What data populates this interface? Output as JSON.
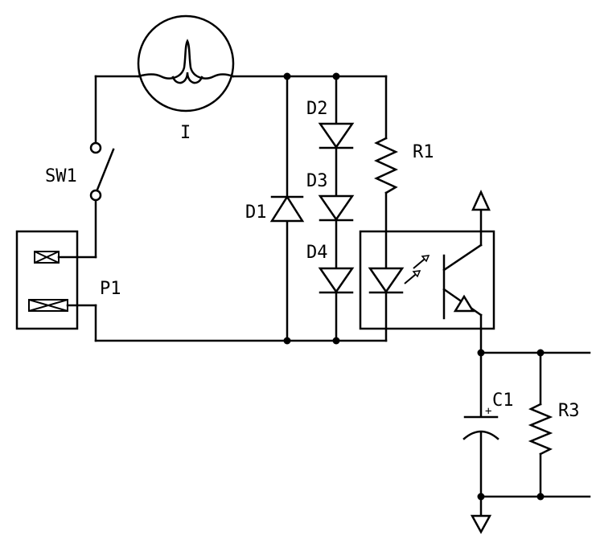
{
  "labels": {
    "lamp": "I",
    "switch": "SW1",
    "connector": "P1",
    "d1": "D1",
    "d2": "D2",
    "d3": "D3",
    "d4": "D4",
    "r1": "R1",
    "c1": "C1",
    "r3": "R3",
    "c1_polarity": "+"
  }
}
